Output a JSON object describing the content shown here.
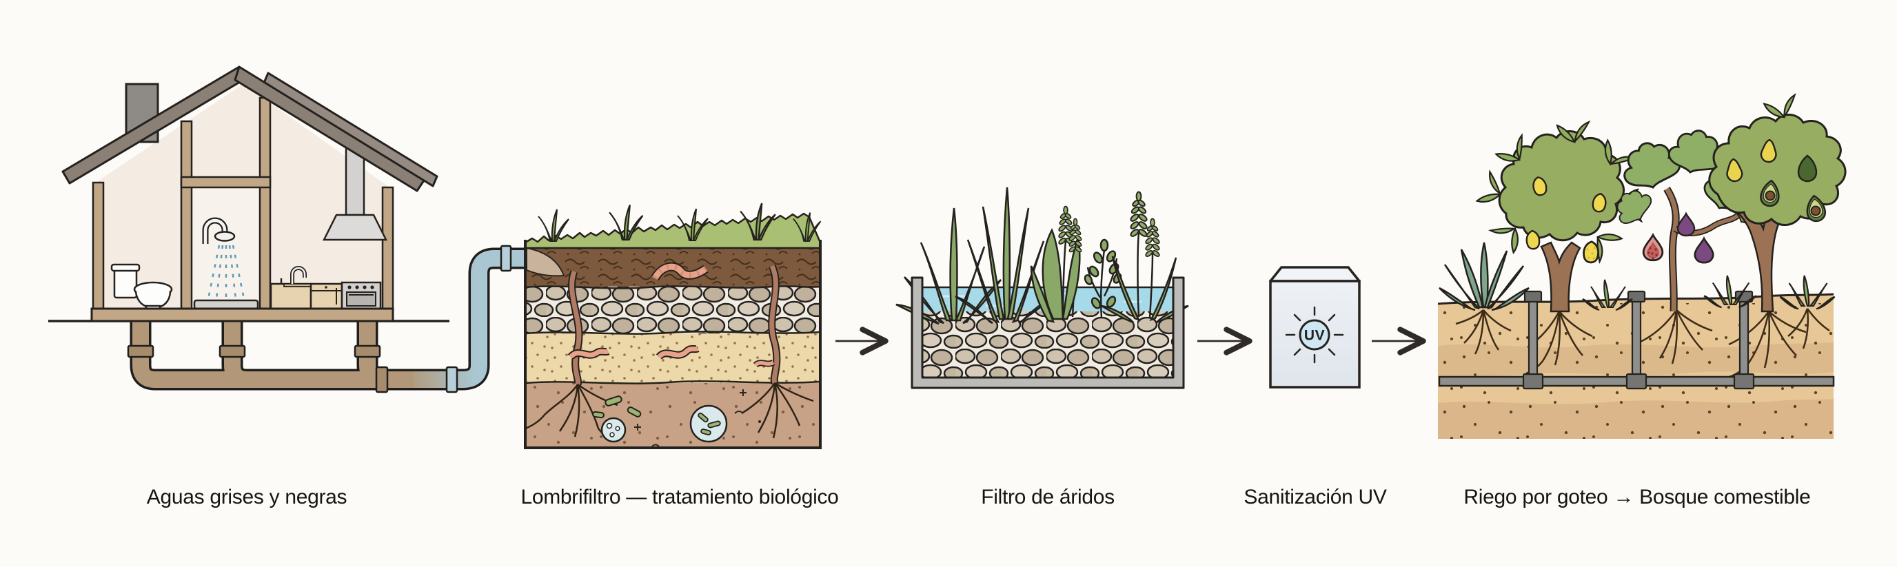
{
  "diagram": {
    "type": "process-flow-illustration",
    "language": "es",
    "background": "#fcfbf8",
    "stages": [
      {
        "id": "house",
        "caption": "Aguas grises y negras",
        "icons": [
          "house-cross-section-icon",
          "toilet-icon",
          "shower-icon",
          "kitchen-stove-icon",
          "range-hood-icon",
          "chimney-icon",
          "drain-pipes-icon",
          "greywater-pipe-icon"
        ]
      },
      {
        "id": "lombrifiltro",
        "caption": "Lombrifiltro — tratamiento biológico",
        "icons": [
          "grass-layer-icon",
          "humus-layer-icon",
          "earthworm-icon",
          "gravel-layer-icon",
          "sand-layer-icon",
          "soil-roots-icon",
          "taproot-icon",
          "bacteria-icon",
          "microbe-magnifier-icon",
          "inlet-pipe-icon"
        ]
      },
      {
        "id": "arids-filter",
        "caption": "Filtro de áridos",
        "icons": [
          "concrete-basin-icon",
          "water-layer-icon",
          "gravel-bed-icon",
          "wetland-plants-icon"
        ]
      },
      {
        "id": "uv",
        "caption": "Sanitización UV",
        "badge": "UV",
        "icons": [
          "uv-chamber-icon",
          "uv-lamp-symbol-icon",
          "uv-rays-icon"
        ]
      },
      {
        "id": "food-forest",
        "caption": "Riego por goteo → Bosque comestible",
        "icons": [
          "soil-block-icon",
          "drip-irrigation-pipe-icon",
          "drip-riser-icon",
          "agave-icon",
          "lemon-tree-icon",
          "fig-tree-icon",
          "avocado-tree-icon",
          "grass-tuft-icon",
          "roots-icon"
        ]
      }
    ],
    "arrows": {
      "count": 3,
      "direction": "right",
      "color": "#2e2b28"
    },
    "colors": {
      "background": "#fcfbf8",
      "outline": "#24211e",
      "label_text": "#171512",
      "pipe_brown": "#b29879",
      "pipe_blue": "#a9c7d2",
      "roof_grey": "#8b8076",
      "wall_wood": "#c2a787",
      "wall_fill": "#f4ebe2",
      "grass_green": "#a9bf73",
      "humus_brown": "#7d5a3d",
      "gravel_stone": "#cfc2ae",
      "sand": "#ecd8a9",
      "soil_brown": "#c7a286",
      "worm_pink": "#e8a289",
      "taproot_red": "#b07b64",
      "bacteria_green": "#9db573",
      "microbe_circle_blue": "#d9e9ec",
      "water_blue": "#a7dae8",
      "basin_concrete": "#bcbbb7",
      "plant_green": "#8aa868",
      "uv_box": "#e9eef3",
      "uv_circle": "#cfe7f2",
      "forest_soil": "#e6c795",
      "irrigation_grey": "#8f8f8d",
      "canopy_green": "#97ad62",
      "lemon_yellow": "#efd84e",
      "fig_purple": "#7b4a80",
      "fig_cut_red": "#c55f5f",
      "avocado_dark": "#48682f",
      "trunk_brown": "#9b7354",
      "agave_green": "#7fa68c"
    }
  }
}
